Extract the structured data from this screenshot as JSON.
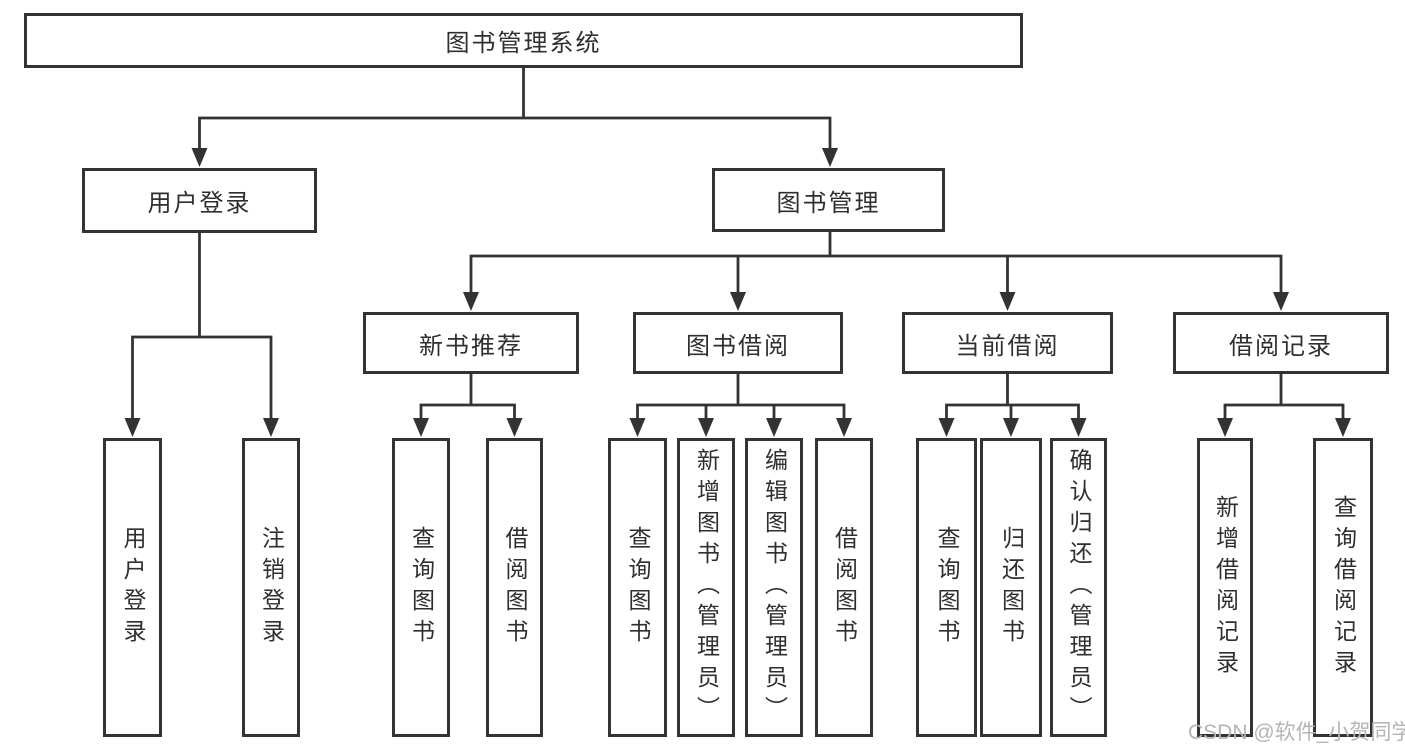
{
  "diagram": {
    "root": {
      "label": "图书管理系统"
    },
    "branches": [
      {
        "label": "用户登录",
        "children": [
          {
            "label": "用户登录"
          },
          {
            "label": "注销登录"
          }
        ]
      },
      {
        "label": "图书管理",
        "children": [
          {
            "label": "新书推荐",
            "children": [
              {
                "label": "查询图书"
              },
              {
                "label": "借阅图书"
              }
            ]
          },
          {
            "label": "图书借阅",
            "children": [
              {
                "label": "查询图书"
              },
              {
                "label": "新增图书（管理员）"
              },
              {
                "label": "编辑图书（管理员）"
              },
              {
                "label": "借阅图书"
              }
            ]
          },
          {
            "label": "当前借阅",
            "children": [
              {
                "label": "查询图书"
              },
              {
                "label": "归还图书"
              },
              {
                "label": "确认归还（管理员）"
              }
            ]
          },
          {
            "label": "借阅记录",
            "children": [
              {
                "label": "新增借阅记录"
              },
              {
                "label": "查询借阅记录"
              }
            ]
          }
        ]
      }
    ]
  },
  "watermark": {
    "text": "CSDN @软件_小贺同学"
  },
  "colors": {
    "line": "#333333",
    "box_border": "#333333",
    "text": "#2f2f2f",
    "watermark": "#b5b5b5",
    "background": "#ffffff"
  }
}
